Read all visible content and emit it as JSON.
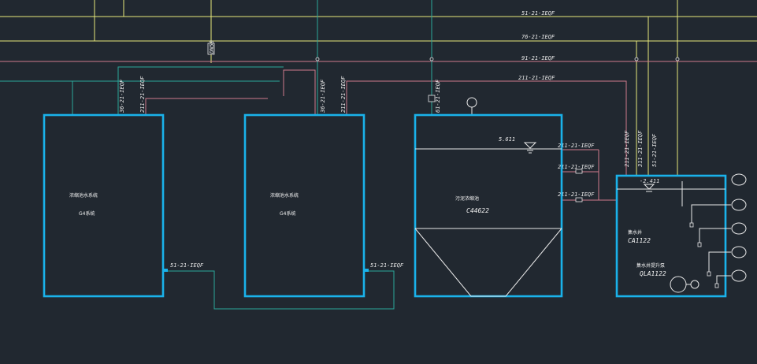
{
  "pipes": {
    "p1": "51-21-IEQF",
    "p2": "76-21-IEQF",
    "p3": "91-21-IEQF",
    "p4": "211-21-IEQF",
    "p5": "36-21-IEQF",
    "p6": "211-21-IEQF",
    "p7": "36-21-IEQF",
    "p8": "211-21-IEQF",
    "p9": "61-21-IEQF",
    "p10": "211-21-IEQF",
    "p11": "211-21-IEQF",
    "p12": "211-21-IEQF",
    "p13": "211-21-IEQF",
    "p14": "311-21-IEQF",
    "p15": "51-21-IEQF",
    "p16": "51-21-IEQF",
    "p17": "51-21-IEQF"
  },
  "tanks": {
    "t1": {
      "name": "浓缩池水系统",
      "code": "G4系统"
    },
    "t2": {
      "name": "浓缩池水系统",
      "code": "G4系统"
    },
    "t3": {
      "name": "污泥浓缩池",
      "code": "C44622",
      "level": "5.611"
    },
    "t4": {
      "name": "集水井",
      "code": "CA1122",
      "pump": "集水井提升泵",
      "pump_code": "QLA1122",
      "level": "-2.411"
    }
  },
  "valve_tag": "DN50",
  "colors": {
    "tank": "#1ab2ea",
    "yellow_pipe": "#e6e87a",
    "pink_pipe": "#d07a8c",
    "teal_pipe": "#2aa79a",
    "background": "#212830"
  }
}
